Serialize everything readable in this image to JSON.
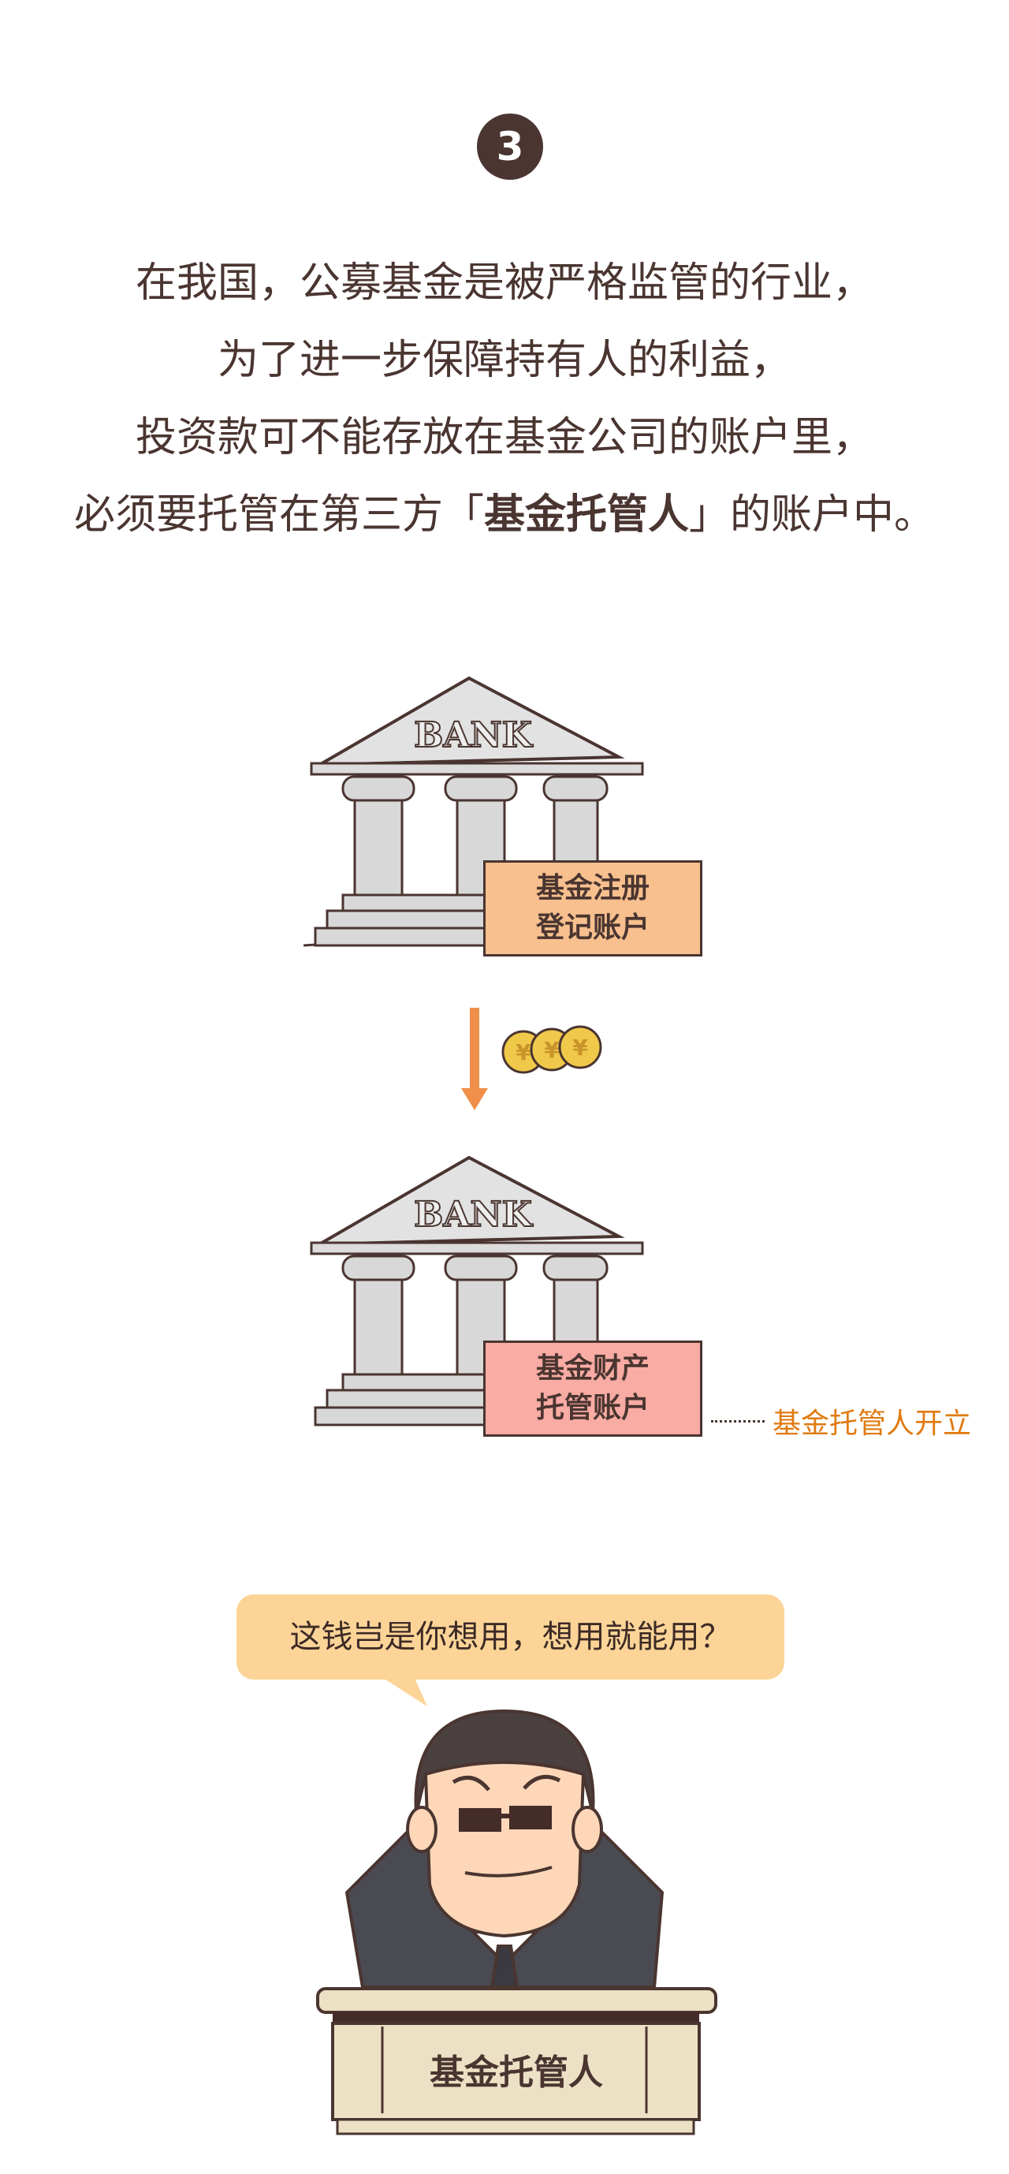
{
  "step_badge": "3",
  "intro": {
    "line1": "在我国，公募基金是被严格监管的行业，",
    "line2": "为了进一步保障持有人的利益，",
    "line3": "投资款可不能存放在基金公司的账户里，",
    "line4_prefix": "必须要托管在第三方「",
    "line4_bold": "基金托管人",
    "line4_suffix": "」的账户中。"
  },
  "bank_sign": "BANK",
  "accounts": [
    {
      "line1": "基金注册",
      "line2": "登记账户",
      "color": "#f7c08e"
    },
    {
      "line1": "基金财产",
      "line2": "托管账户",
      "color": "#f9aca4"
    }
  ],
  "account_opener": "基金托管人开立",
  "coin_symbol": "¥",
  "speech": "这钱岂是你想用，想用就能用？",
  "desk_sign": "基金托管人",
  "colors": {
    "text": "#4a3530",
    "arrow": "#ef8f4a",
    "accent": "#e07a10",
    "bubble": "#fcd497"
  }
}
